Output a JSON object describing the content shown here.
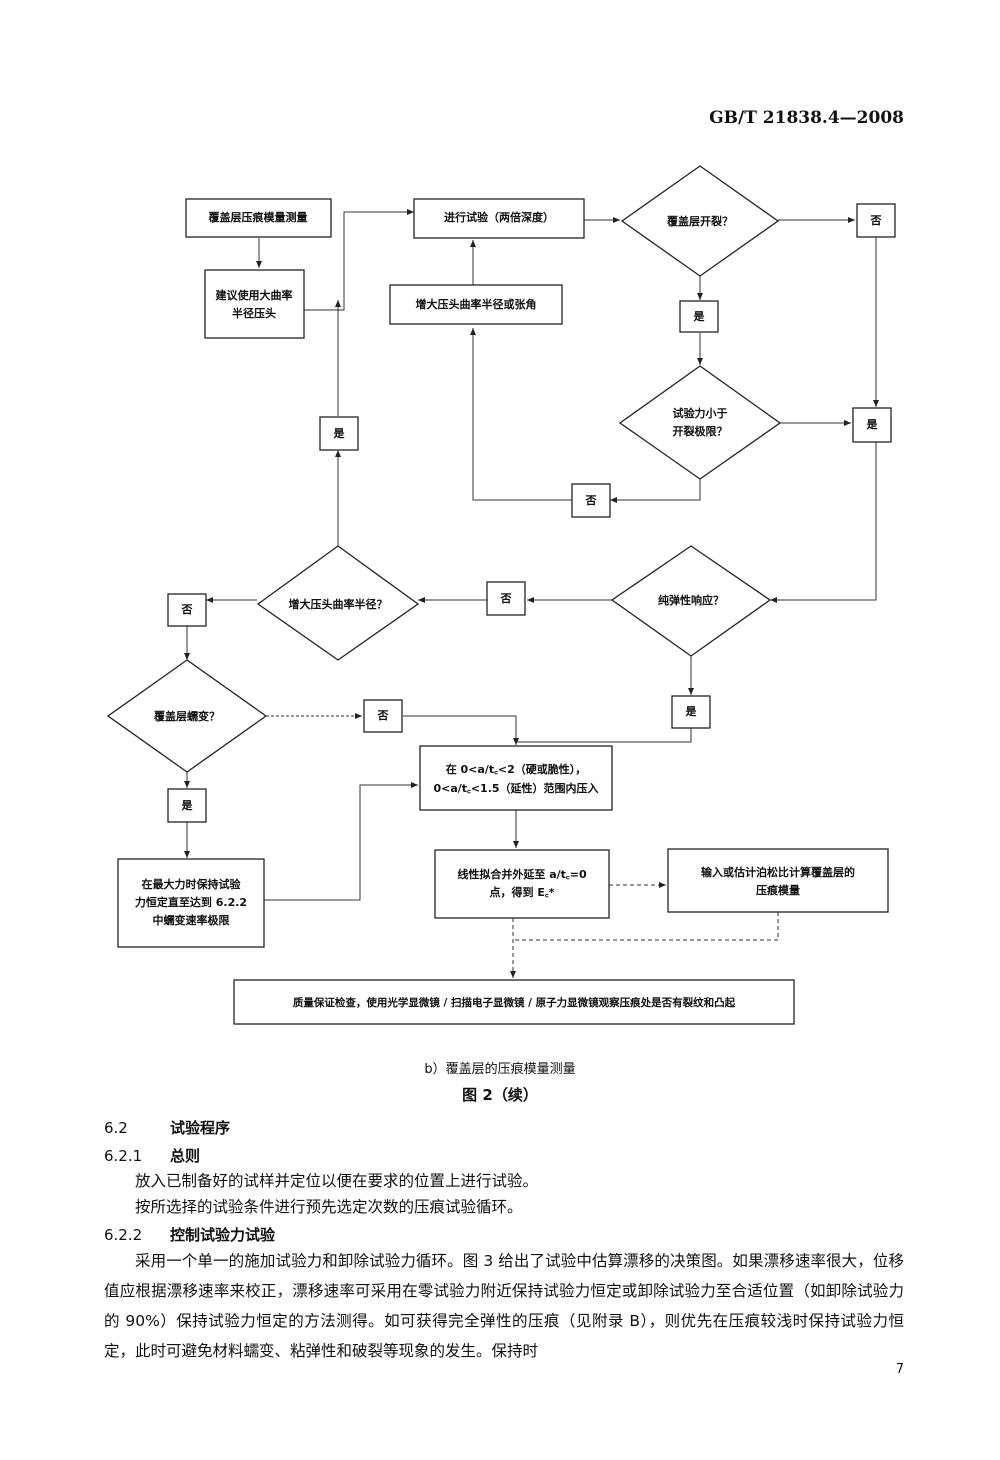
{
  "header": {
    "standard_no": "GB/T 21838.4—2008"
  },
  "flowchart": {
    "box_measure": "覆盖层压痕模量测量",
    "box_suggest_line1": "建议使用大曲率",
    "box_suggest_line2": "半径压头",
    "box_test": "进行试验（两倍深度）",
    "box_increase_radius_angle": "增大压头曲率半径或张角",
    "diamond_cracking": "覆盖层开裂？",
    "label_no_1": "否",
    "label_yes_1": "是",
    "diamond_force_line1": "试验力小于",
    "diamond_force_line2": "开裂极限？",
    "label_yes_2": "是",
    "label_no_2": "否",
    "label_yes_3": "是",
    "diamond_elastic": "纯弹性响应？",
    "label_no_3": "否",
    "diamond_increase_radius": "增大压头曲率半径？",
    "label_no_4": "否",
    "diamond_creep": "覆盖层蠕变？",
    "label_no_5": "否",
    "label_yes_4": "是",
    "label_yes_5": "是",
    "box_range_line1": "在 0<a/t꜀<2（硬或脆性），",
    "box_range_line2": "0<a/t꜀<1.5（延性）范围内压入",
    "box_hold_line1": "在最大力时保持试验",
    "box_hold_line2": "力恒定直至达到 6.2.2",
    "box_hold_line3": "中蠕变速率极限",
    "box_fit_line1": "线性拟合并外延至 a/t꜀=0",
    "box_fit_line2": "点，得到 E꜀*",
    "box_input_line1": "输入或估计泊松比计算覆盖层的",
    "box_input_line2": "压痕模量",
    "box_qa": "质量保证检查，使用光学显微镜 / 扫描电子显微镜 / 原子力显微镜观察压痕处是否有裂纹和凸起"
  },
  "figure": {
    "subcaption": "b）覆盖层的压痕模量测量",
    "caption": "图 2（续）"
  },
  "sections": {
    "s62_num": "6.2",
    "s62_title": "试验程序",
    "s621_num": "6.2.1",
    "s621_title": "总则",
    "s621_p1": "放入已制备好的试样并定位以便在要求的位置上进行试验。",
    "s621_p2": "按所选择的试验条件进行预先选定次数的压痕试验循环。",
    "s622_num": "6.2.2",
    "s622_title": "控制试验力试验",
    "s622_p1": "采用一个单一的施加试验力和卸除试验力循环。图 3 给出了试验中估算漂移的决策图。如果漂移速率很大，位移值应根据漂移速率来校正，漂移速率可采用在零试验力附近保持试验力恒定或卸除试验力至合适位置（如卸除试验力的 90%）保持试验力恒定的方法测得。如可获得完全弹性的压痕（见附录 B），则优先在压痕较浅时保持试验力恒定，此时可避免材料蠕变、粘弹性和破裂等现象的发生。保持时"
  },
  "page_number": "7"
}
